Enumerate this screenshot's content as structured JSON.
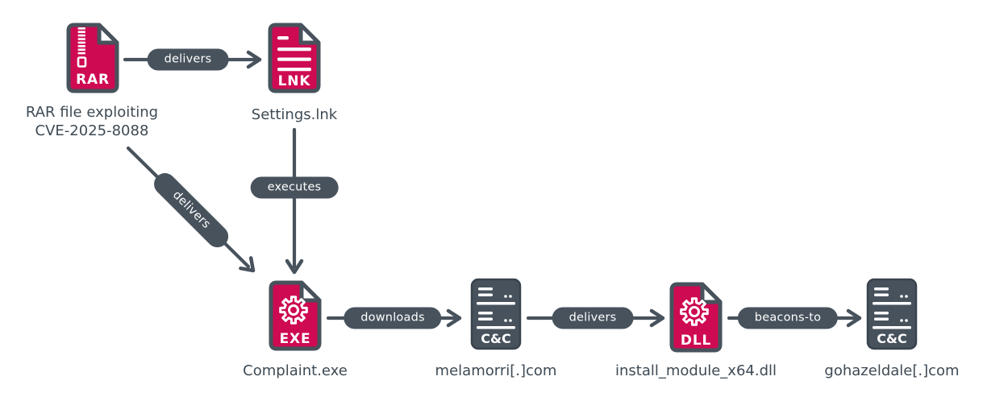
{
  "diagram": {
    "name": "infection-chain-diagram",
    "colors": {
      "accent": "#CE0A52",
      "slate": "#47525C",
      "label_text": "#3E4A54",
      "background": "#FFFFFF"
    },
    "nodes": {
      "rar": {
        "badge": "RAR",
        "label_line1": "RAR file exploiting",
        "label_line2": "CVE-2025-8088"
      },
      "lnk": {
        "badge": "LNK",
        "label": "Settings.lnk"
      },
      "exe": {
        "badge": "EXE",
        "label": "Complaint.exe"
      },
      "cnc1": {
        "badge": "C&C",
        "label": "melamorri[.]com"
      },
      "dll": {
        "badge": "DLL",
        "label": "install_module_x64.dll"
      },
      "cnc2": {
        "badge": "C&C",
        "label": "gohazeldale[.]com"
      }
    },
    "edges": {
      "rar_to_lnk": {
        "label": "delivers"
      },
      "lnk_to_exe": {
        "label": "executes"
      },
      "rar_to_exe": {
        "label": "delivers"
      },
      "exe_to_cnc1": {
        "label": "downloads"
      },
      "cnc1_to_dll": {
        "label": "delivers"
      },
      "dll_to_cnc2": {
        "label": "beacons-to"
      }
    }
  }
}
